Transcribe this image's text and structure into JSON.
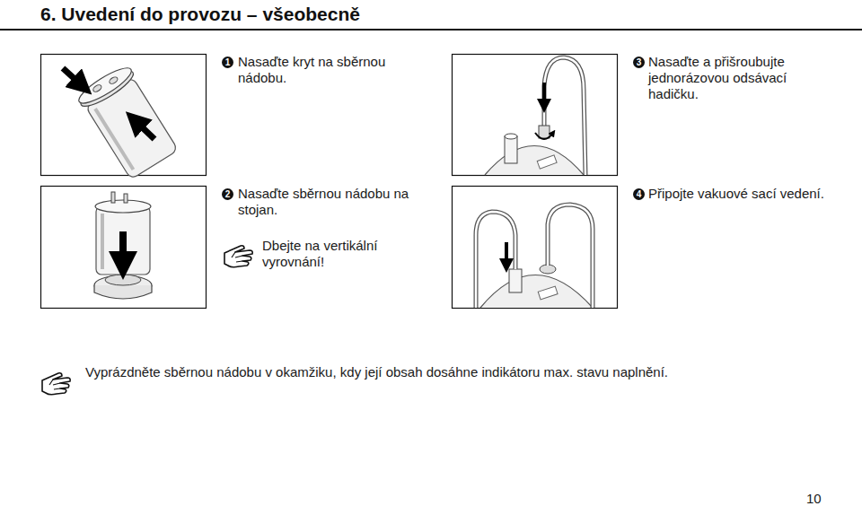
{
  "diagram": {
    "title": "6. Uvedení do provozu – všeobecně",
    "nodes": [
      {
        "text": [
          "1"
        ]
      },
      {
        "text": [
          "3"
        ]
      },
      {
        "text": [
          "2"
        ]
      },
      {
        "text": [
          "4"
        ]
      }
    ],
    "labels": [
      "Nasaďte kryt na sběrnou nádobu.",
      "Nasaďte a přišroubujte jednorázovou odsávací hadičku.",
      "Nasaďte sběrnou nádobu na stojan.",
      "Dbejte na vertikální vyrovnání!",
      "Připojte vakuové sací vedení.",
      "Vyprázdněte sběrnou nádobu v okamžiku, kdy její obsah dosáhne indikátoru max. stavu naplnění.",
      "10"
    ]
  }
}
